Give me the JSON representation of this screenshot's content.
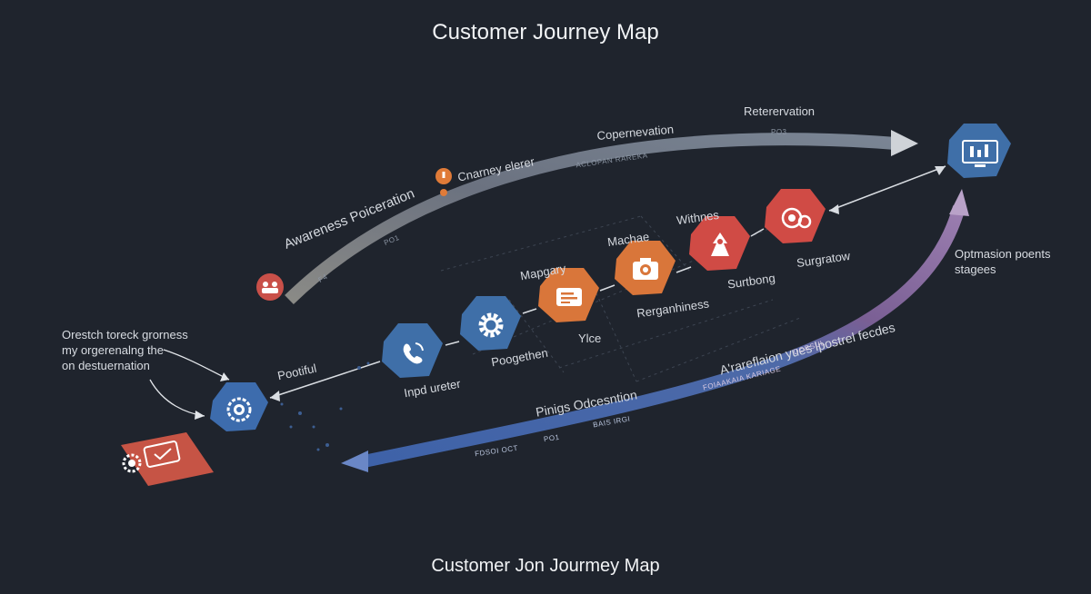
{
  "title": "Customer Journey Map",
  "footer_title": "Customer Jon Jourmey Map",
  "top_arc": {
    "labels": [
      "Awareness Poiceration",
      "Cnarney elerer",
      "Copernevation",
      "Reterervation"
    ],
    "small_tags": [
      "PO1",
      "F4",
      "ACLOPAN RAREKA",
      "PO3"
    ]
  },
  "stages": [
    {
      "name": "Pootiful",
      "caption": "Inpd ureter",
      "icon": "phone-icon",
      "color": "#3f6fa8"
    },
    {
      "name": "",
      "caption": "Poogethen",
      "icon": "gear-icon",
      "color": "#3f6fa8"
    },
    {
      "name": "Mapgary",
      "caption": "Ylce",
      "icon": "message-icon",
      "color": "#d9763a"
    },
    {
      "name": "Machae",
      "caption": "Rerganhiness",
      "icon": "camera-icon",
      "color": "#d9763a"
    },
    {
      "name": "Withnes",
      "caption": "Surtbong",
      "icon": "figure-icon",
      "color": "#d04b45"
    },
    {
      "name": "",
      "caption": "Surgratow",
      "icon": "gauge-icon",
      "color": "#d04b45"
    }
  ],
  "start_node": {
    "icon": "cog-eye-icon"
  },
  "end_node": {
    "icon": "monitor-chart-icon"
  },
  "left_note": [
    "Orestch toreck grorness",
    "my orgerenalng the",
    "on destuernation"
  ],
  "right_note": [
    "Optmasion poents",
    "stagees"
  ],
  "bottom_arc": {
    "labels": [
      "Pinigs Odcesntion",
      "A'rareflaion yues lpostrel fecdes"
    ],
    "small_tags": [
      "FDSOI OCT",
      "PO1",
      "BAIS IRGI",
      "FOIAAKAIA KARIAGE",
      "DOBSUL"
    ]
  },
  "marker_icons": {
    "awareness": "people-icon",
    "journey": "exclamation-icon",
    "feedback_card": "message-check-icon",
    "feedback_gear": "gear-icon"
  },
  "colors": {
    "background": "#1f242d",
    "blue": "#3f6fa8",
    "orange": "#d9763a",
    "red": "#d04b45",
    "purple": "#8a6aa0"
  }
}
